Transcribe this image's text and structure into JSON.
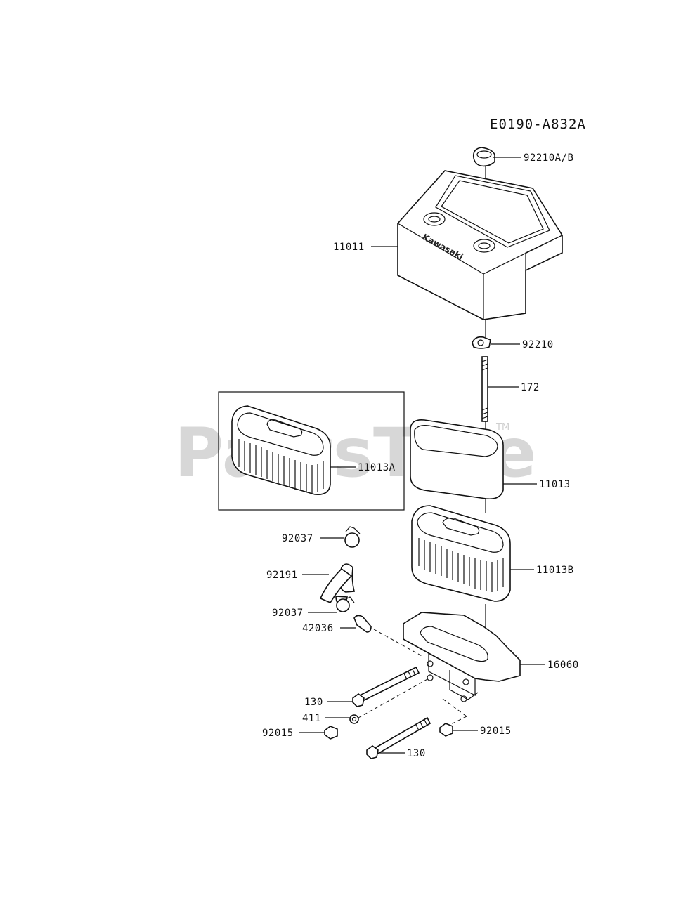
{
  "diagram_code": "E0190-A832A",
  "watermark": {
    "text": "PartsTree",
    "trademark": "TM"
  },
  "cover_brand": "Kawasaki",
  "parts": [
    {
      "id": "p92210AB",
      "label": "92210A/B"
    },
    {
      "id": "p11011",
      "label": "11011"
    },
    {
      "id": "p92210",
      "label": "92210"
    },
    {
      "id": "p172",
      "label": "172"
    },
    {
      "id": "p11013A",
      "label": "11013A"
    },
    {
      "id": "p11013",
      "label": "11013"
    },
    {
      "id": "p92037a",
      "label": "92037"
    },
    {
      "id": "p11013B",
      "label": "11013B"
    },
    {
      "id": "p92191",
      "label": "92191"
    },
    {
      "id": "p92037b",
      "label": "92037"
    },
    {
      "id": "p42036",
      "label": "42036"
    },
    {
      "id": "p16060",
      "label": "16060"
    },
    {
      "id": "p130a",
      "label": "130"
    },
    {
      "id": "p411",
      "label": "411"
    },
    {
      "id": "p92015a",
      "label": "92015"
    },
    {
      "id": "p92015b",
      "label": "92015"
    },
    {
      "id": "p130b",
      "label": "130"
    }
  ]
}
